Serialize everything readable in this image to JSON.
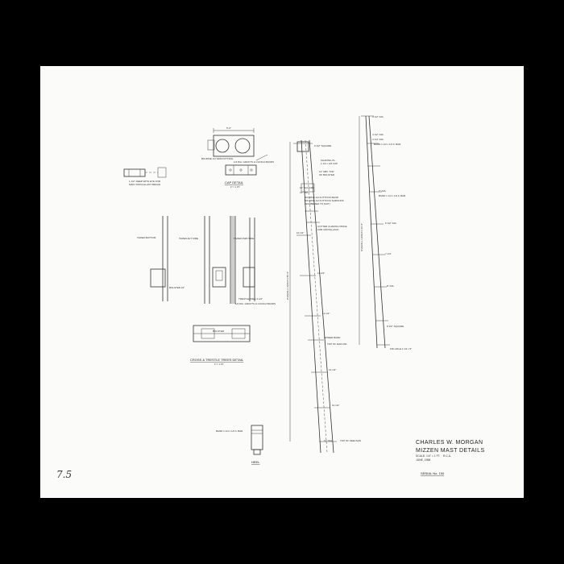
{
  "title_block": {
    "line1": "CHARLES W. MORGAN",
    "line2": "MIZZEN MAST DETAILS",
    "scale": "SCALE: 1/4\" = 1 FT.",
    "date": "JUNE, 1958",
    "initials": "R.C.A.",
    "serial": "SERIAL No. 150"
  },
  "sheet_number": "7.5",
  "cap_detail": {
    "title": "CAP DETAIL",
    "scale": "1\"= 1 FT.",
    "notes": {
      "bridle": "BOURNE 1/2 SPAN FITTING",
      "bands": "1/4 DIA. GRUFTS & CLINCH BANDS",
      "depth": "1 1/2\" DEEP WITH EYE FOR",
      "depth2": "MAIN TOPGALLANT BRACE",
      "width": "5'-0\""
    }
  },
  "trestle_detail": {
    "title": "CROSS & TRESTLE TREES DETAIL",
    "scale": "1\"= 1 FT.",
    "labels": {
      "bottom": "TAPER BOTTOM",
      "aft": "TAPER AFT SIDE",
      "fwd": "TAPER FWD SIDE",
      "bolster": "BOLSTER",
      "bolster_dim": "BOLSTER 16\"",
      "trestle": "TRESTLETREE 4 1/2\"",
      "bands": "1/4 DIA. GRUFTS & CLINCH BANDS"
    }
  },
  "heel": {
    "title": "HEEL",
    "band": "BAND 1 1/4 x 1/2 F. BAR"
  },
  "mizzen_mast": {
    "labels": {
      "square": "6 1/2\" SQUARE",
      "square2": "12\" SQUARE",
      "chafing": "CHAFING PL.",
      "chafing2": "1 1/2 x 1/8 CUP",
      "top_bolster": "12\" ABV. TOP",
      "top_bolster2": "OF BOLSTER",
      "dia": "13\" DIA.",
      "futtock": "BOURNE 1/2 FUTTOCK BAND",
      "futtock2": "BOURNE 1/2 FUTTOCK SHROUDS",
      "futtock3": "(NUMBERED TO SUIT)",
      "cotter": "COTTER CHAFING PRICE",
      "cotter2": "FOR CROSS-JACK",
      "overall": "OVERALL LENGTH 55'-6\"",
      "spider": "SPIDER BAND",
      "top_deck": "TOP OF MAIN DK.",
      "keelson": "TOP OF KEELSON",
      "d1": "10 1/2\"",
      "d2": "11 1/2\"",
      "d3": "12 1/2\"",
      "d4": "13 1/2\"",
      "d5": "12 1/2\"",
      "d6": "12\" DIA."
    }
  },
  "topmast": {
    "labels": {
      "top_dia": "4 1/2\" DIA.",
      "d1": "4 1/2\" DIA.",
      "d2": "4 1/4\" DIA.",
      "band": "BAND 1 1/2 x 1/4 F. BAR",
      "band2": "BAND 1 1/4 x 1/2 F. BAR",
      "d3": "7\" DIA.",
      "d4": "6 1/2\" DIA.",
      "d5": "7 1/4\"",
      "d6": "8\" DIA.",
      "d7": "8 1/2\" SQUARE",
      "fid": "FID HOLE 2 1/2 x 5\"",
      "overall": "OVERALL LENGTH 36'-6\""
    }
  }
}
